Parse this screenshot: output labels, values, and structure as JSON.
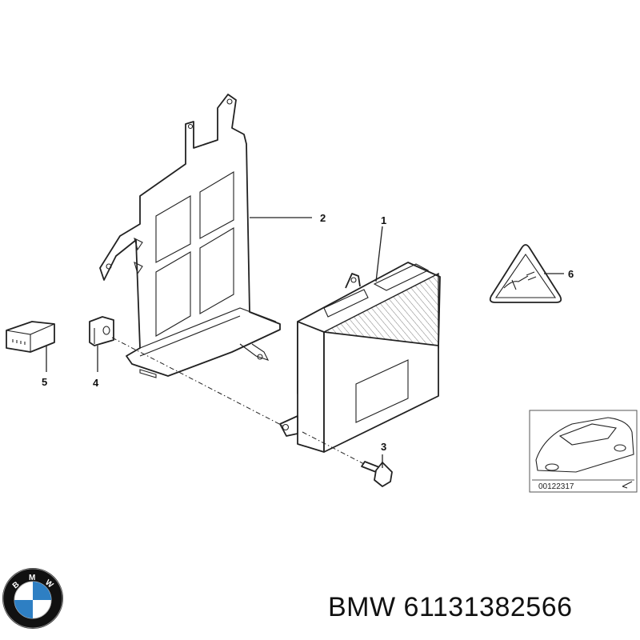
{
  "callouts": [
    {
      "id": "1",
      "label": "1"
    },
    {
      "id": "2",
      "label": "2"
    },
    {
      "id": "3",
      "label": "3"
    },
    {
      "id": "4",
      "label": "4"
    },
    {
      "id": "5",
      "label": "5"
    },
    {
      "id": "6",
      "label": "6"
    }
  ],
  "thumbnail": {
    "code": "00122317"
  },
  "logo": {
    "text": "BMW",
    "icon": "bmw-roundel-logo"
  },
  "caption": {
    "brand": "BMW",
    "part_number": "61131382566",
    "full": "BMW 61131382566"
  },
  "colors": {
    "line": "#222222",
    "logo_blue": "#2e7fc3",
    "logo_ring": "#111111"
  }
}
